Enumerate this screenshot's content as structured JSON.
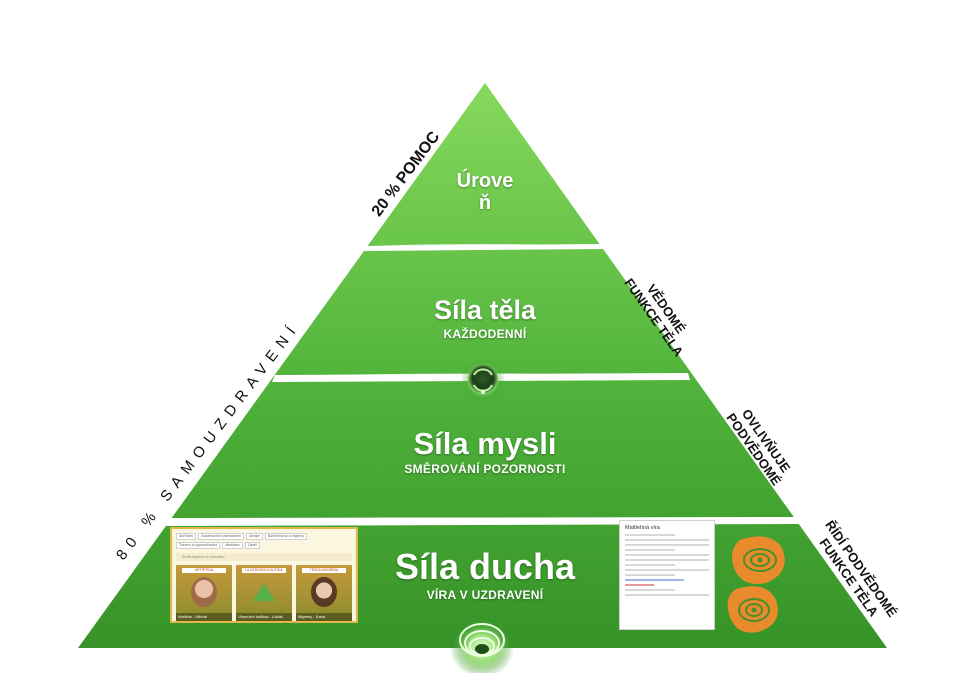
{
  "levels": {
    "top": {
      "title": "Úrove\nň"
    },
    "body": {
      "title": "Síla těla",
      "subtitle": "KAŽDODENNÍ"
    },
    "mind": {
      "title": "Síla mysli",
      "subtitle": "SMĚROVÁNÍ POZORNOSTI"
    },
    "spirit": {
      "title": "Síla ducha",
      "subtitle": "VÍRA V UZDRAVENÍ"
    }
  },
  "left_labels": {
    "upper": "20 % POMOC",
    "lower": "80 % SAMOUZDRAVENÍ"
  },
  "right_labels": {
    "conscious": "VĚDOMÉ\nFUNKCE TĚLA",
    "influences": "OVLIVŇUJE\nPODVĚDOMÉ",
    "controls": "ŘÍDÍ PODVĚDOMÉ\nFUNKCE TĚLA"
  },
  "shot_left": {
    "chips": [
      "Art/Video",
      "Autoimunitní onemocnění",
      "Alergie",
      "Bolesti hlavy a migrény",
      "Trávení a vyprazdňování",
      "Meditace",
      "Zánět"
    ],
    "hint": "Zvolte kapitolu ze seznamu",
    "cards": [
      {
        "tag": "ARTRITIDA",
        "caption": "Artritida - Michal"
      },
      {
        "tag": "ULCERÓZNÍ KOLITIDA",
        "caption": "Ulcerózní kolitida - Lukáš"
      },
      {
        "tag": "TĚŽKÁ MIGRÉNA",
        "caption": "Migrény - Karla"
      }
    ]
  },
  "shot_right": {
    "doc_title": "Mattlehná víra"
  },
  "colors": {
    "pyramid_top": "#7ed157",
    "pyramid_bottom": "#3a9a2c",
    "accent_orange": "#e98a2c",
    "text_white": "#ffffff"
  }
}
